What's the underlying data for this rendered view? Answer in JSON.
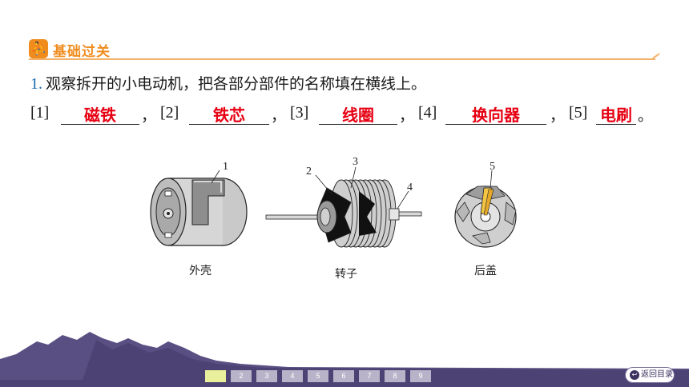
{
  "header": {
    "icon": "running-person-icon",
    "icon_glyph": "⛹",
    "title": "基础过关"
  },
  "question": {
    "number": "1.",
    "text": "观察拆开的小电动机，把各部分部件的名称填在横线上。",
    "answers": [
      {
        "label": "[1]",
        "answer": "磁铁",
        "sep": "，"
      },
      {
        "label": "[2]",
        "answer": "铁芯",
        "sep": "，"
      },
      {
        "label": "[3]",
        "answer": "线圈",
        "sep": "，"
      },
      {
        "label": "[4]",
        "answer": "换向器",
        "sep": "，"
      },
      {
        "label": "[5]",
        "answer": "电刷",
        "sep": "。"
      }
    ]
  },
  "figure": {
    "shell": {
      "caption": "外壳",
      "callouts": [
        "1"
      ]
    },
    "rotor": {
      "caption": "转子",
      "callouts": [
        "2",
        "3",
        "4"
      ]
    },
    "cover": {
      "caption": "后盖",
      "callouts": [
        "5"
      ]
    }
  },
  "pager": {
    "pages": [
      "1",
      "2",
      "3",
      "4",
      "5",
      "6",
      "7",
      "8",
      "9"
    ],
    "current": "1"
  },
  "back_button": {
    "label": "返回目录",
    "icon": "return-arrow-icon"
  },
  "colors": {
    "accent": "#f08c1e",
    "answer": "#e60012",
    "number": "#1a6ab1",
    "mountain": "#5a4f82"
  }
}
